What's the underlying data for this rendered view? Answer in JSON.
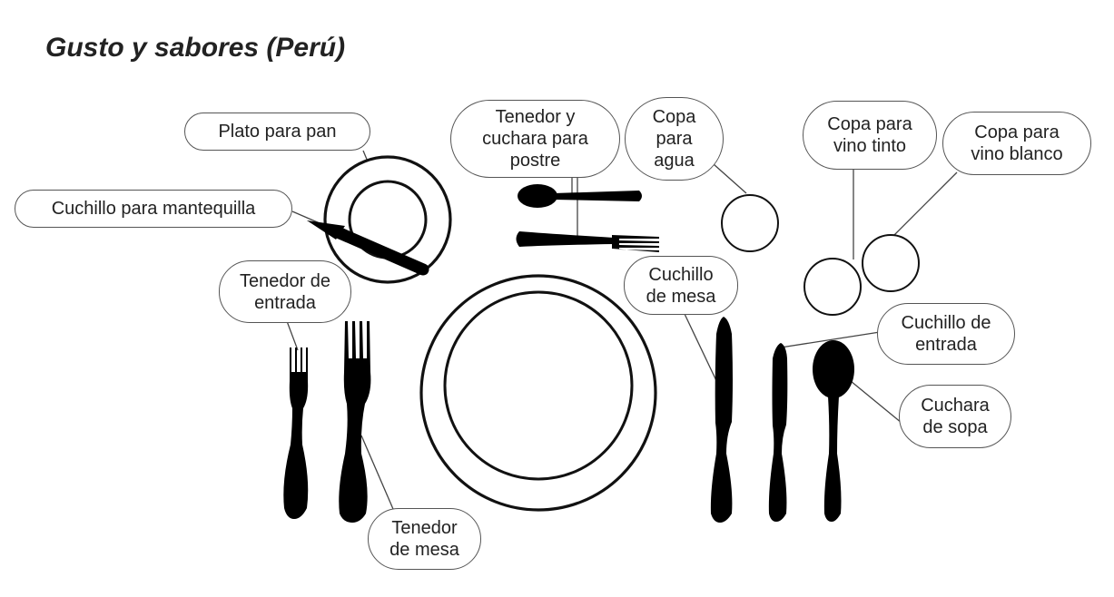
{
  "title": "Gusto y sabores (Perú)",
  "labels": {
    "bread_plate": "Plato para pan",
    "butter_knife": "Cuchillo para mantequilla",
    "dessert": "Tenedor y\ncuchara para\npostre",
    "water_glass": "Copa\npara\nagua",
    "red_wine": "Copa para\nvino tinto",
    "white_wine": "Copa para\nvino blanco",
    "salad_fork": "Tenedor de\nentrada",
    "dinner_knife": "Cuchillo\nde mesa",
    "salad_knife": "Cuchillo de\nentrada",
    "soup_spoon": "Cuchara\nde sopa",
    "dinner_fork": "Tenedor\nde mesa"
  }
}
